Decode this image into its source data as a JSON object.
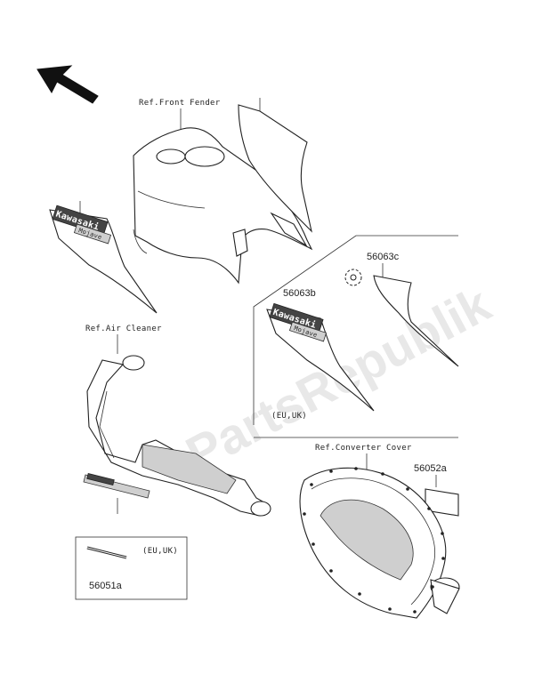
{
  "watermark": "PartsRepublik",
  "labels": {
    "ref_front_fender": "Ref.Front Fender",
    "ref_air_cleaner": "Ref.Air Cleaner",
    "ref_converter_cover": "Ref.Converter Cover",
    "eu_uk_1": "(EU,UK)",
    "eu_uk_2": "(EU,UK)"
  },
  "parts": {
    "p56063c": "56063c",
    "p56063b": "56063b",
    "p56052a": "56052a",
    "p56051a": "56051a"
  },
  "decal_text": {
    "brand": "Kawasaki",
    "model": "Mojave"
  }
}
